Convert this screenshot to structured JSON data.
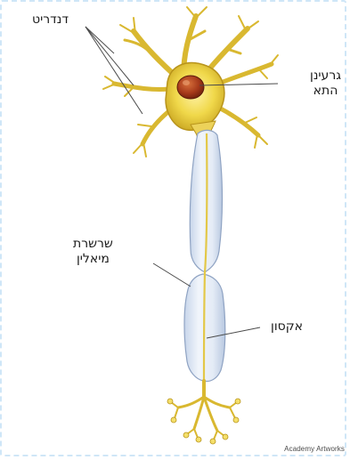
{
  "labels": {
    "dendrite": "דנדריט",
    "nucleus_line1": "גרעינן",
    "nucleus_line2": "התא",
    "myelin_line1": "שרשרת",
    "myelin_line2": "מיאלין",
    "axon": "אקסון"
  },
  "credit": "Academy Artworks",
  "colors": {
    "cell_body": "#f0d84a",
    "cell_body_dark": "#c9a521",
    "nucleus": "#a5391a",
    "myelin": "#dfe8f6",
    "myelin_edge": "#9fb2cf",
    "axon_core": "#e8d25a",
    "border": "#cfe6f7"
  }
}
